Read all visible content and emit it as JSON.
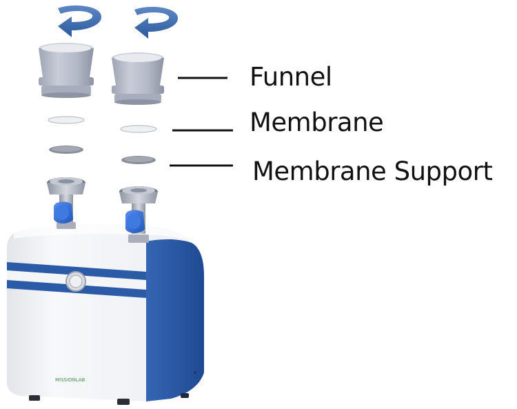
{
  "labels": {
    "funnel": "Funnel",
    "membrane": "Membrane",
    "membrane_support": "Membrane Support"
  },
  "device": {
    "brand_text": "MISSIONLAB"
  },
  "colors": {
    "accent_blue": "#2B5AA6",
    "rotation_arrow": "#3D6FB0",
    "valve_blue": "#2F6FD6",
    "funnel_gray": "#AEB4C4",
    "body_white": "#F4F5F7"
  },
  "icons": {
    "rotation_arrows": "counterclockwise-arrow-icon"
  }
}
